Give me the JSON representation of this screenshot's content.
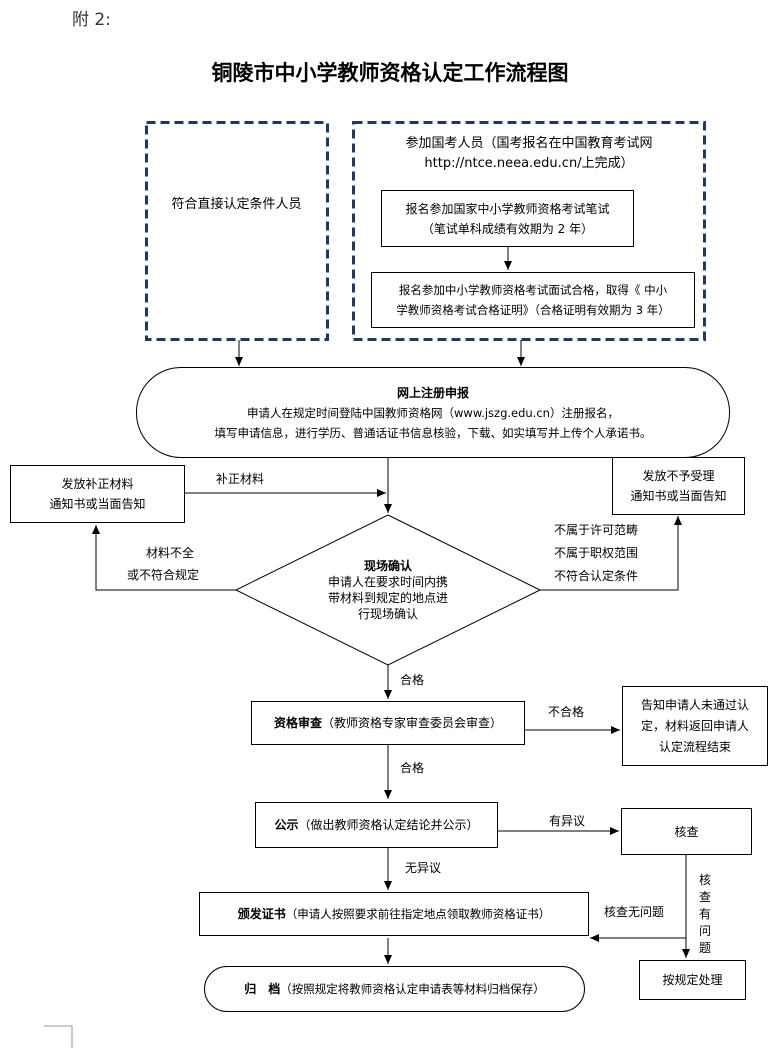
{
  "header": {
    "attachment": "附 2:",
    "title": "铜陵市中小学教师资格认定工作流程图"
  },
  "direct_box": {
    "text": "符合直接认定条件人员"
  },
  "exam_box": {
    "line1": "参加国考人员（国考报名在中国教育考试网",
    "line2": "http://ntce.neea.edu.cn/上完成）",
    "written": {
      "line1": "报名参加国家中小学教师资格考试笔试",
      "line2": "（笔试单科成绩有效期为 2 年）"
    },
    "interview": {
      "line1": "报名参加中小学教师资格考试面试合格，取得《 中小",
      "line2": "学教师资格考试合格证明》（合格证明有效期为 3 年）"
    }
  },
  "online": {
    "title": "网上注册申报",
    "line1": "申请人在规定时间登陆中国教师资格网（www.jszg.edu.cn）注册报名，",
    "line2": "填写申请信息，进行学历、普通话证书信息核验，下载、如实填写并上传个人承诺书。"
  },
  "supplement_box": {
    "line1": "发放补正材料",
    "line2": "通知书或当面告知"
  },
  "reject_box": {
    "line1": "发放不予受理",
    "line2": "通知书或当面告知"
  },
  "onsite": {
    "title": "现场确认",
    "line1": "申请人在要求时间内携",
    "line2": "带材料到规定的地点进",
    "line3": "行现场确认"
  },
  "labels": {
    "supplement": "补正材料",
    "incomplete1": "材料不全",
    "incomplete2": "或不符合规定",
    "reject1": "不属于许可范畴",
    "reject2": "不属于职权范围",
    "reject3": "不符合认定条件",
    "pass1": "合格",
    "fail": "不合格",
    "pass2": "合格",
    "objection": "有异议",
    "no_objection": "无异议",
    "no_problem": "核查无问题",
    "problem": [
      "核",
      "查",
      "有",
      "问",
      "题"
    ]
  },
  "review": {
    "bold": "资格审查",
    "rest": "（教师资格专家审查委员会审查）"
  },
  "notify_box": {
    "line1": "告知申请人未通过认",
    "line2": "定，材料返回申请人",
    "line3": "认定流程结束"
  },
  "publicity": {
    "bold": "公示",
    "rest": "（做出教师资格认定结论并公示）"
  },
  "verify_box": {
    "text": "核查"
  },
  "issue": {
    "bold": "颁发证书",
    "rest": "（申请人按照要求前往指定地点领取教师资格证书）"
  },
  "handle_box": {
    "text": "按规定处理"
  },
  "archive": {
    "bold": "归　档",
    "rest": "（按照规定将教师资格认定申请表等材料归档保存）"
  }
}
